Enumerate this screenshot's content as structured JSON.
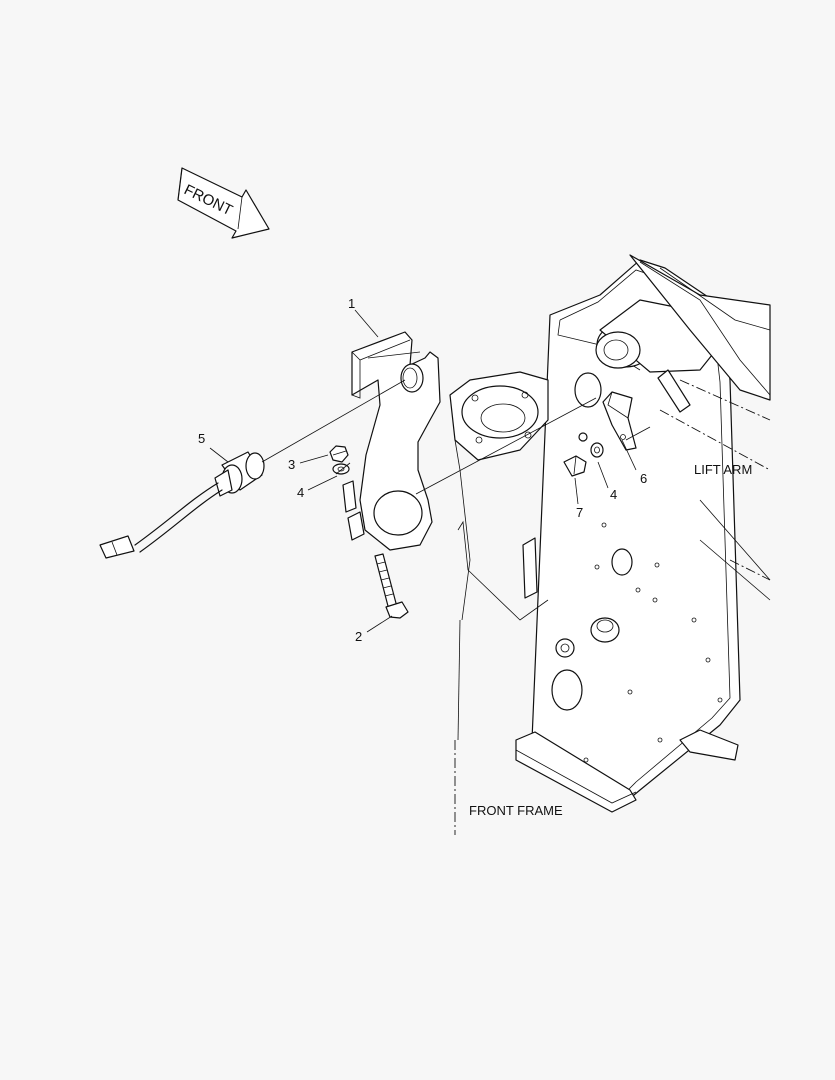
{
  "direction_arrow": {
    "label": "FRONT"
  },
  "region_labels": {
    "lift_arm": "LIFT ARM",
    "front_frame": "FRONT FRAME"
  },
  "callouts": {
    "c1": "1",
    "c2": "2",
    "c3": "3",
    "c4a": "4",
    "c4b": "4",
    "c5": "5",
    "c6": "6",
    "c7": "7"
  }
}
